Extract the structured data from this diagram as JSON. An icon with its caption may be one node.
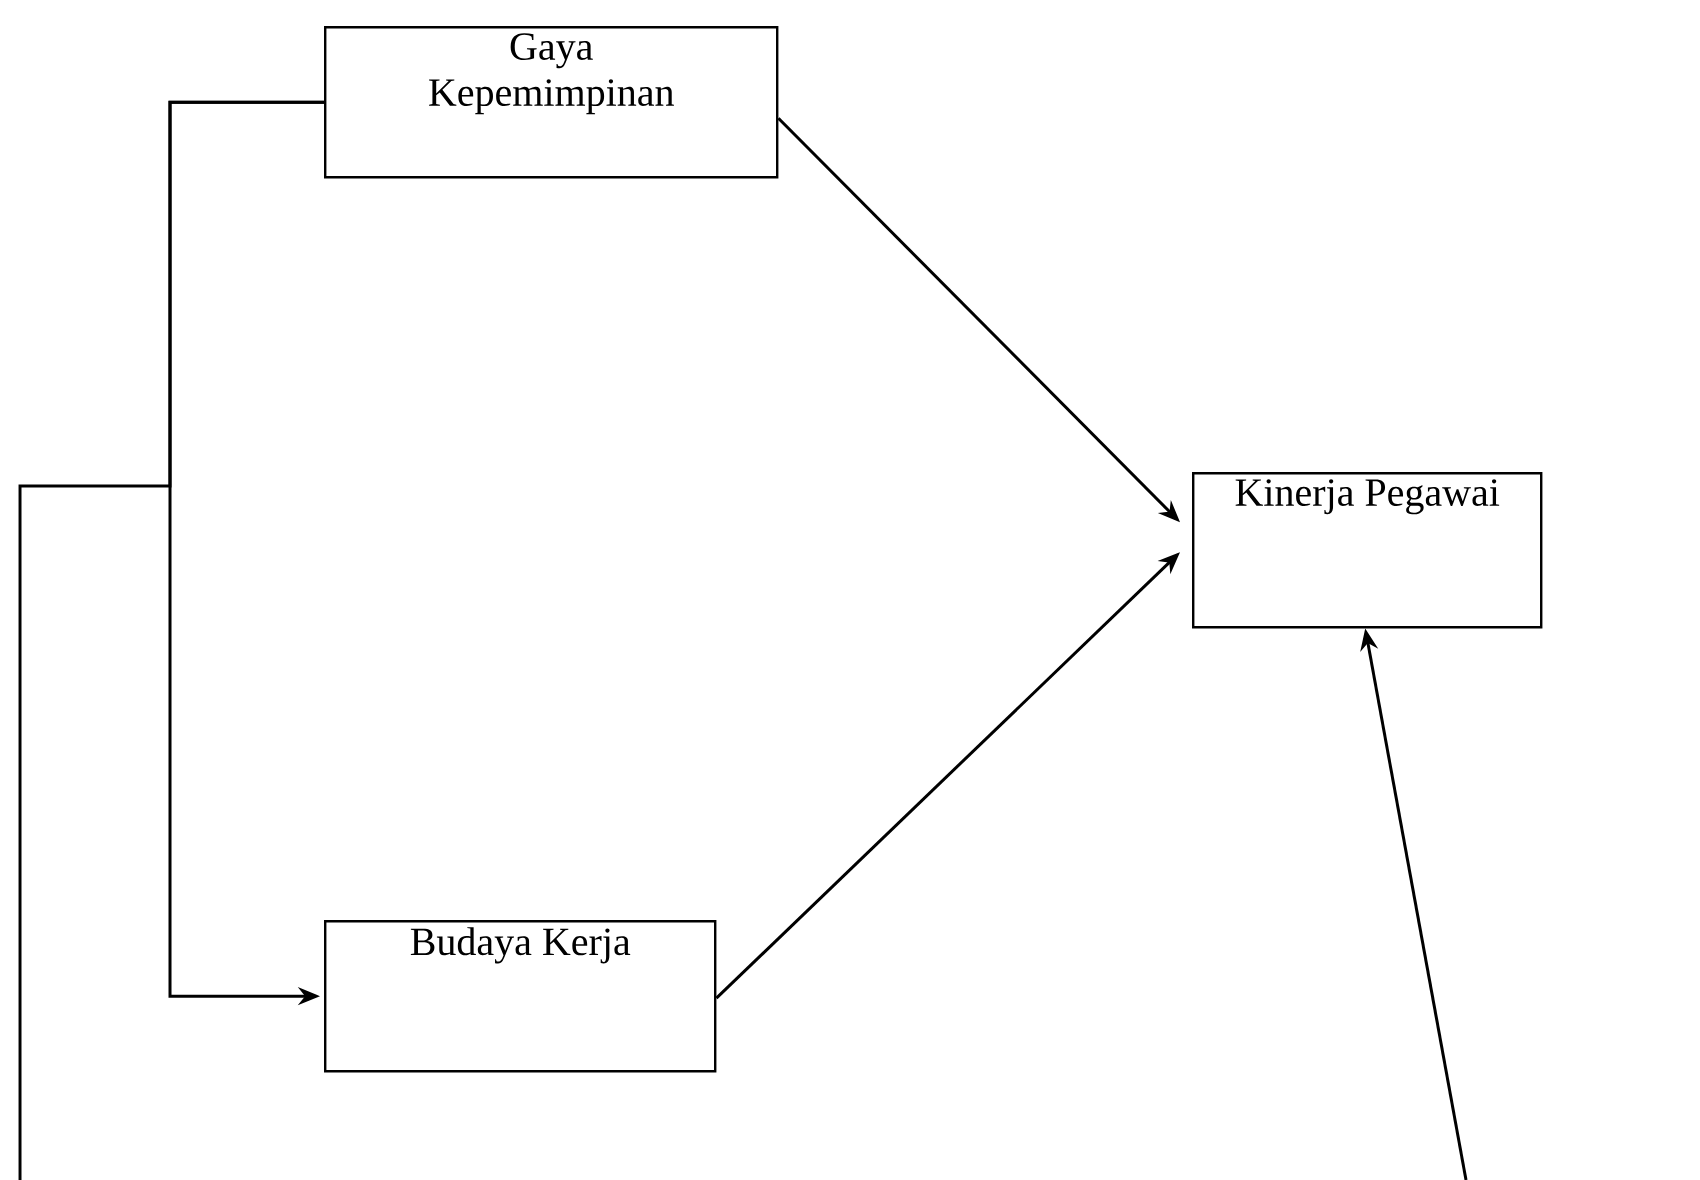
{
  "diagram": {
    "nodes": [
      {
        "text": [
          "Gaya Kepemimpinan"
        ]
      },
      {
        "text": [
          "Budaya Kerja"
        ]
      },
      {
        "text": [
          "Kinerja Pegawai"
        ]
      }
    ],
    "edges": [
      {
        "from": 0,
        "to": 2,
        "arrow": "to"
      },
      {
        "from": 1,
        "to": 2,
        "arrow": "to"
      },
      {
        "from": 0,
        "to": 1,
        "arrow": "to"
      },
      {
        "from": 0,
        "to": null,
        "arrow": "none"
      },
      {
        "from": null,
        "to": 2,
        "arrow": "to"
      }
    ]
  }
}
